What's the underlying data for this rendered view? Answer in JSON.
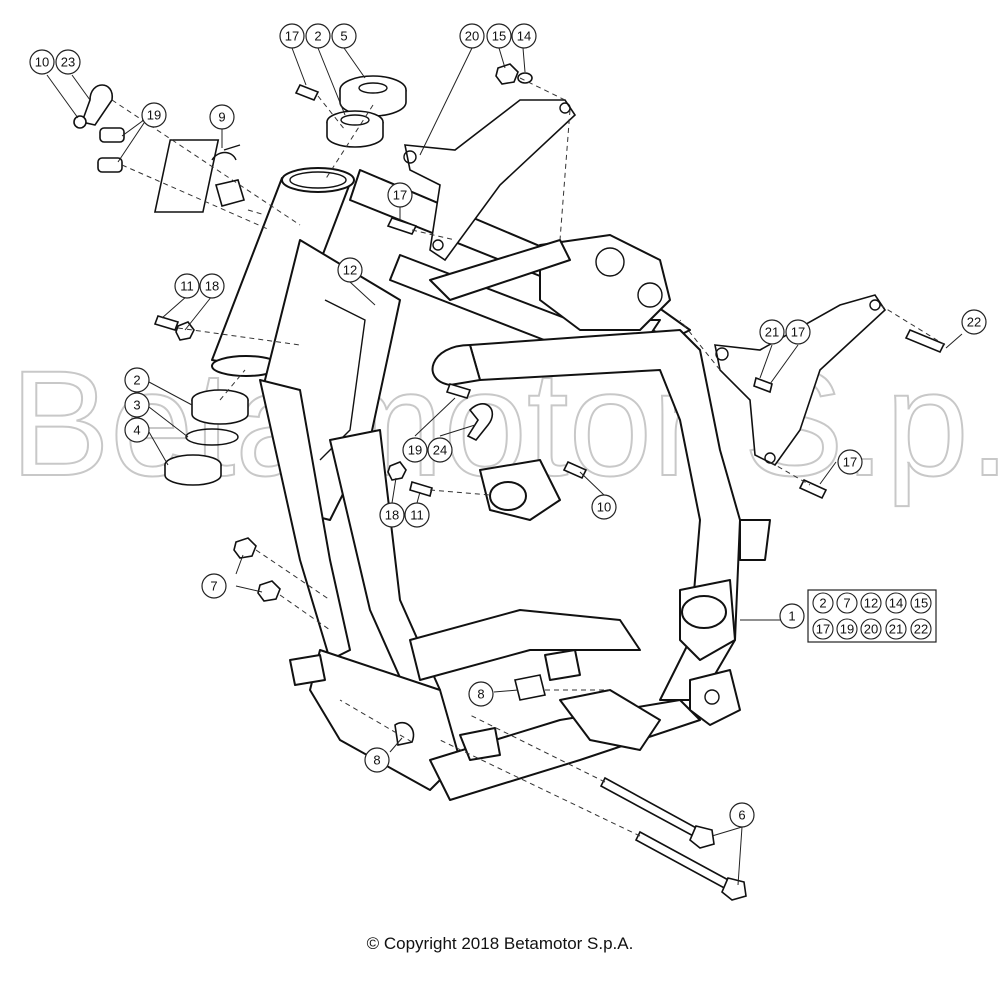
{
  "watermark": "Betamotor S.p.A.",
  "copyright": "© Copyright 2018 Betamotor S.p.A.",
  "callouts": [
    {
      "label": "10"
    },
    {
      "label": "23"
    },
    {
      "label": "19"
    },
    {
      "label": "9"
    },
    {
      "label": "17"
    },
    {
      "label": "2"
    },
    {
      "label": "5"
    },
    {
      "label": "20"
    },
    {
      "label": "15"
    },
    {
      "label": "14"
    },
    {
      "label": "17"
    },
    {
      "label": "12"
    },
    {
      "label": "11"
    },
    {
      "label": "18"
    },
    {
      "label": "2"
    },
    {
      "label": "3"
    },
    {
      "label": "4"
    },
    {
      "label": "19"
    },
    {
      "label": "24"
    },
    {
      "label": "18"
    },
    {
      "label": "11"
    },
    {
      "label": "10"
    },
    {
      "label": "21"
    },
    {
      "label": "17"
    },
    {
      "label": "22"
    },
    {
      "label": "17"
    },
    {
      "label": "7"
    },
    {
      "label": "1"
    },
    {
      "label": "8"
    },
    {
      "label": "8"
    },
    {
      "label": "6"
    }
  ],
  "kit_box": {
    "items": [
      "2",
      "7",
      "12",
      "14",
      "15",
      "17",
      "19",
      "20",
      "21",
      "22"
    ]
  }
}
